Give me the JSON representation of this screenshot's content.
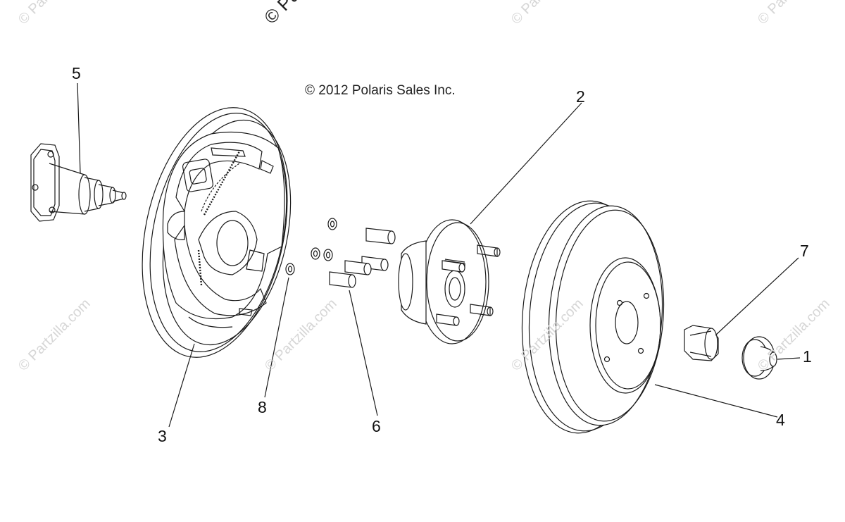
{
  "copyright": "© 2012 Polaris Sales Inc.",
  "watermark": "© Partzilla.com",
  "callouts": [
    {
      "id": "1",
      "part": "cap"
    },
    {
      "id": "2",
      "part": "hub"
    },
    {
      "id": "3",
      "part": "brake-backing-plate"
    },
    {
      "id": "4",
      "part": "brake-drum"
    },
    {
      "id": "5",
      "part": "spindle"
    },
    {
      "id": "6",
      "part": "bolt"
    },
    {
      "id": "7",
      "part": "nut"
    },
    {
      "id": "8",
      "part": "lock-washer"
    }
  ],
  "colors": {
    "line": "#1a1a1a",
    "watermark": "#d6d6d6",
    "background": "#ffffff"
  }
}
